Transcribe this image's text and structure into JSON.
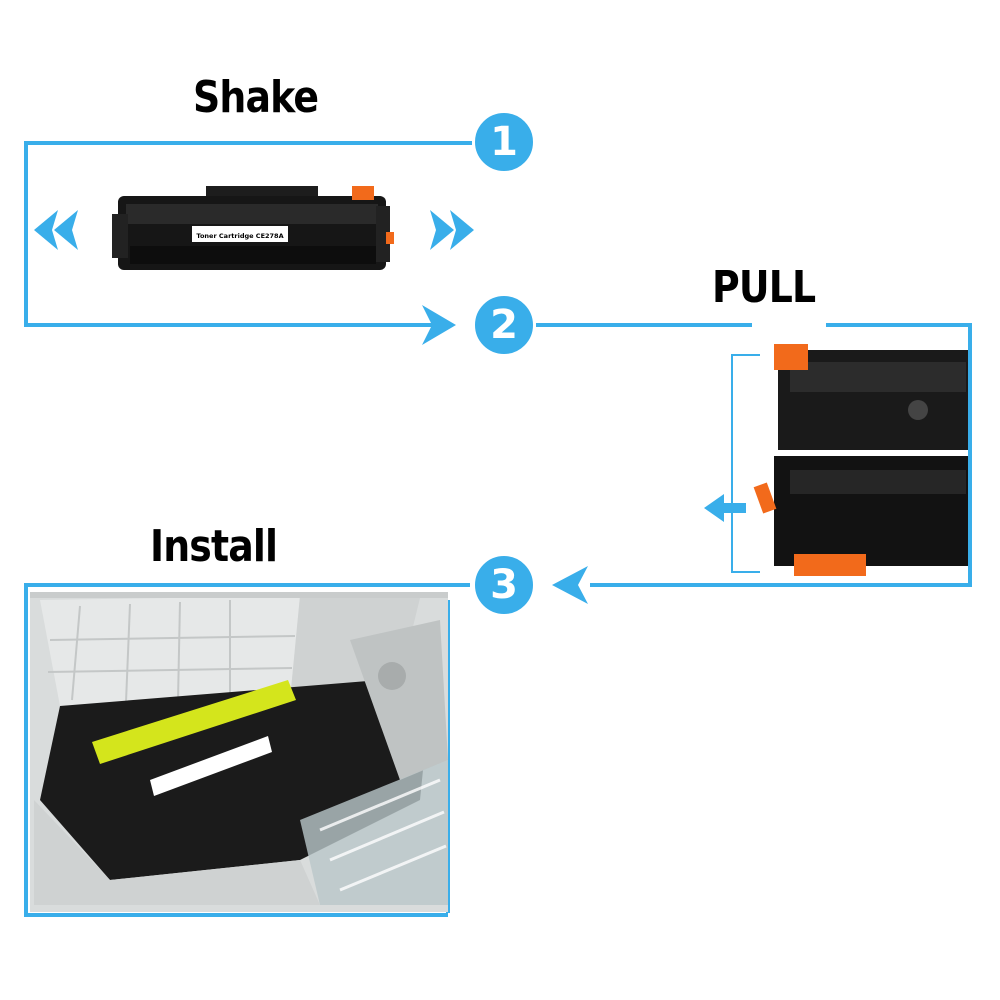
{
  "steps": [
    {
      "number": "1",
      "title": "Shake"
    },
    {
      "number": "2",
      "title": "PULL"
    },
    {
      "number": "3",
      "title": "Install"
    }
  ],
  "cartridge_label": "Toner Cartridge CE278A",
  "colors": {
    "accent": "#39aeea",
    "seal_tab": "#f26a1b",
    "warning_label": "#d4e51c"
  }
}
